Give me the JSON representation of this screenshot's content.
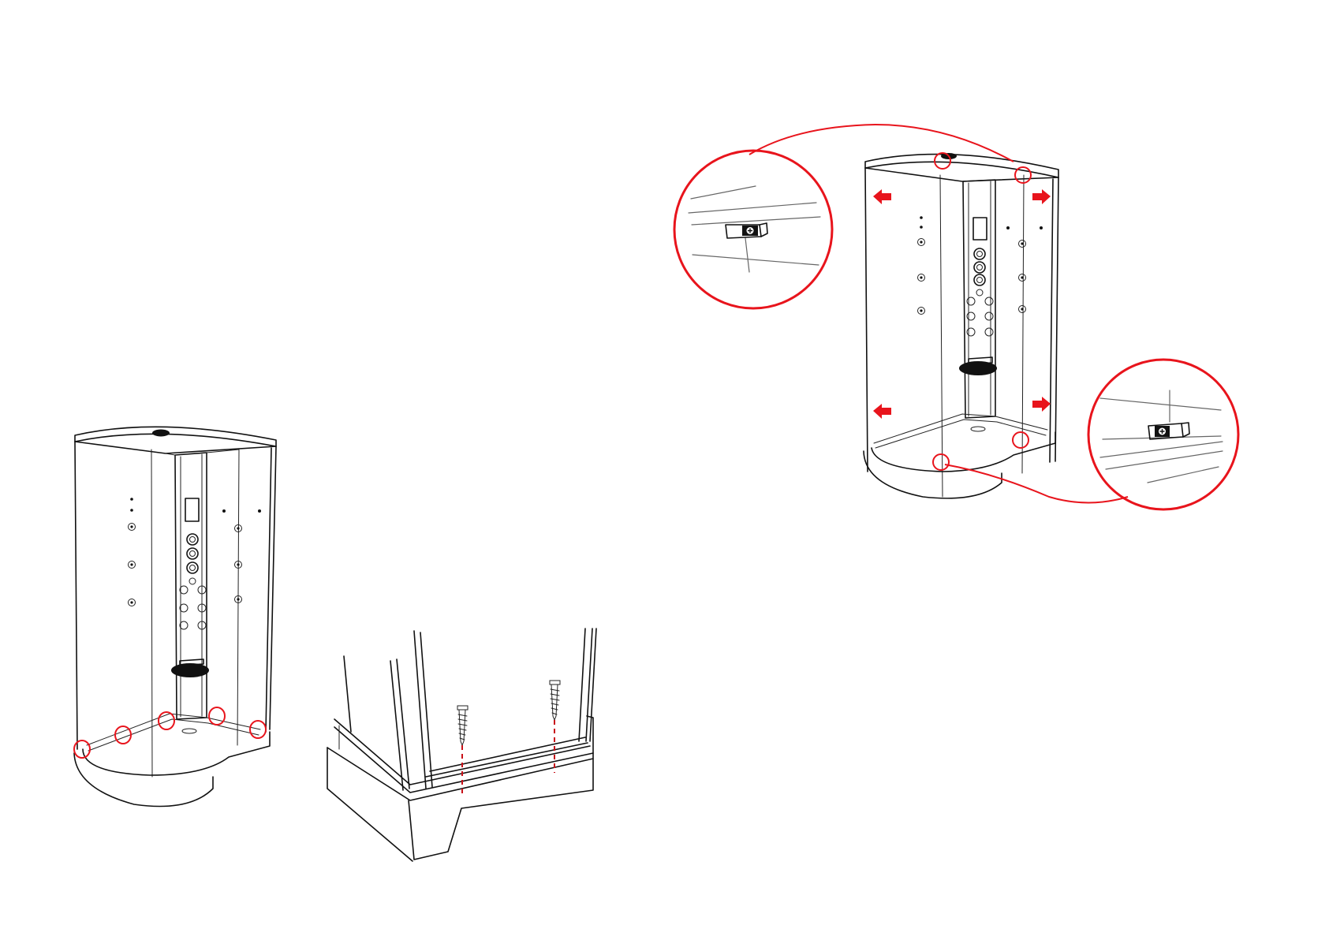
{
  "figure": {
    "colors": {
      "line": "#111111",
      "highlight": "#e8141c",
      "background": "#ffffff"
    },
    "panels": [
      {
        "id": "cabin-base-points",
        "description_icon": "shower-cabin-front-icon",
        "highlight_count": 5
      },
      {
        "id": "tray-screw-detail",
        "description_icon": "screw-icon",
        "screw_count": 2
      },
      {
        "id": "cabin-frame-alignment",
        "description_icon": "shower-cabin-front-icon",
        "arrow_count": 4,
        "highlight_count": 4
      },
      {
        "id": "zoom-top-clip",
        "description_icon": "magnifier-detail-icon"
      },
      {
        "id": "zoom-bottom-clip",
        "description_icon": "magnifier-detail-icon"
      }
    ]
  }
}
